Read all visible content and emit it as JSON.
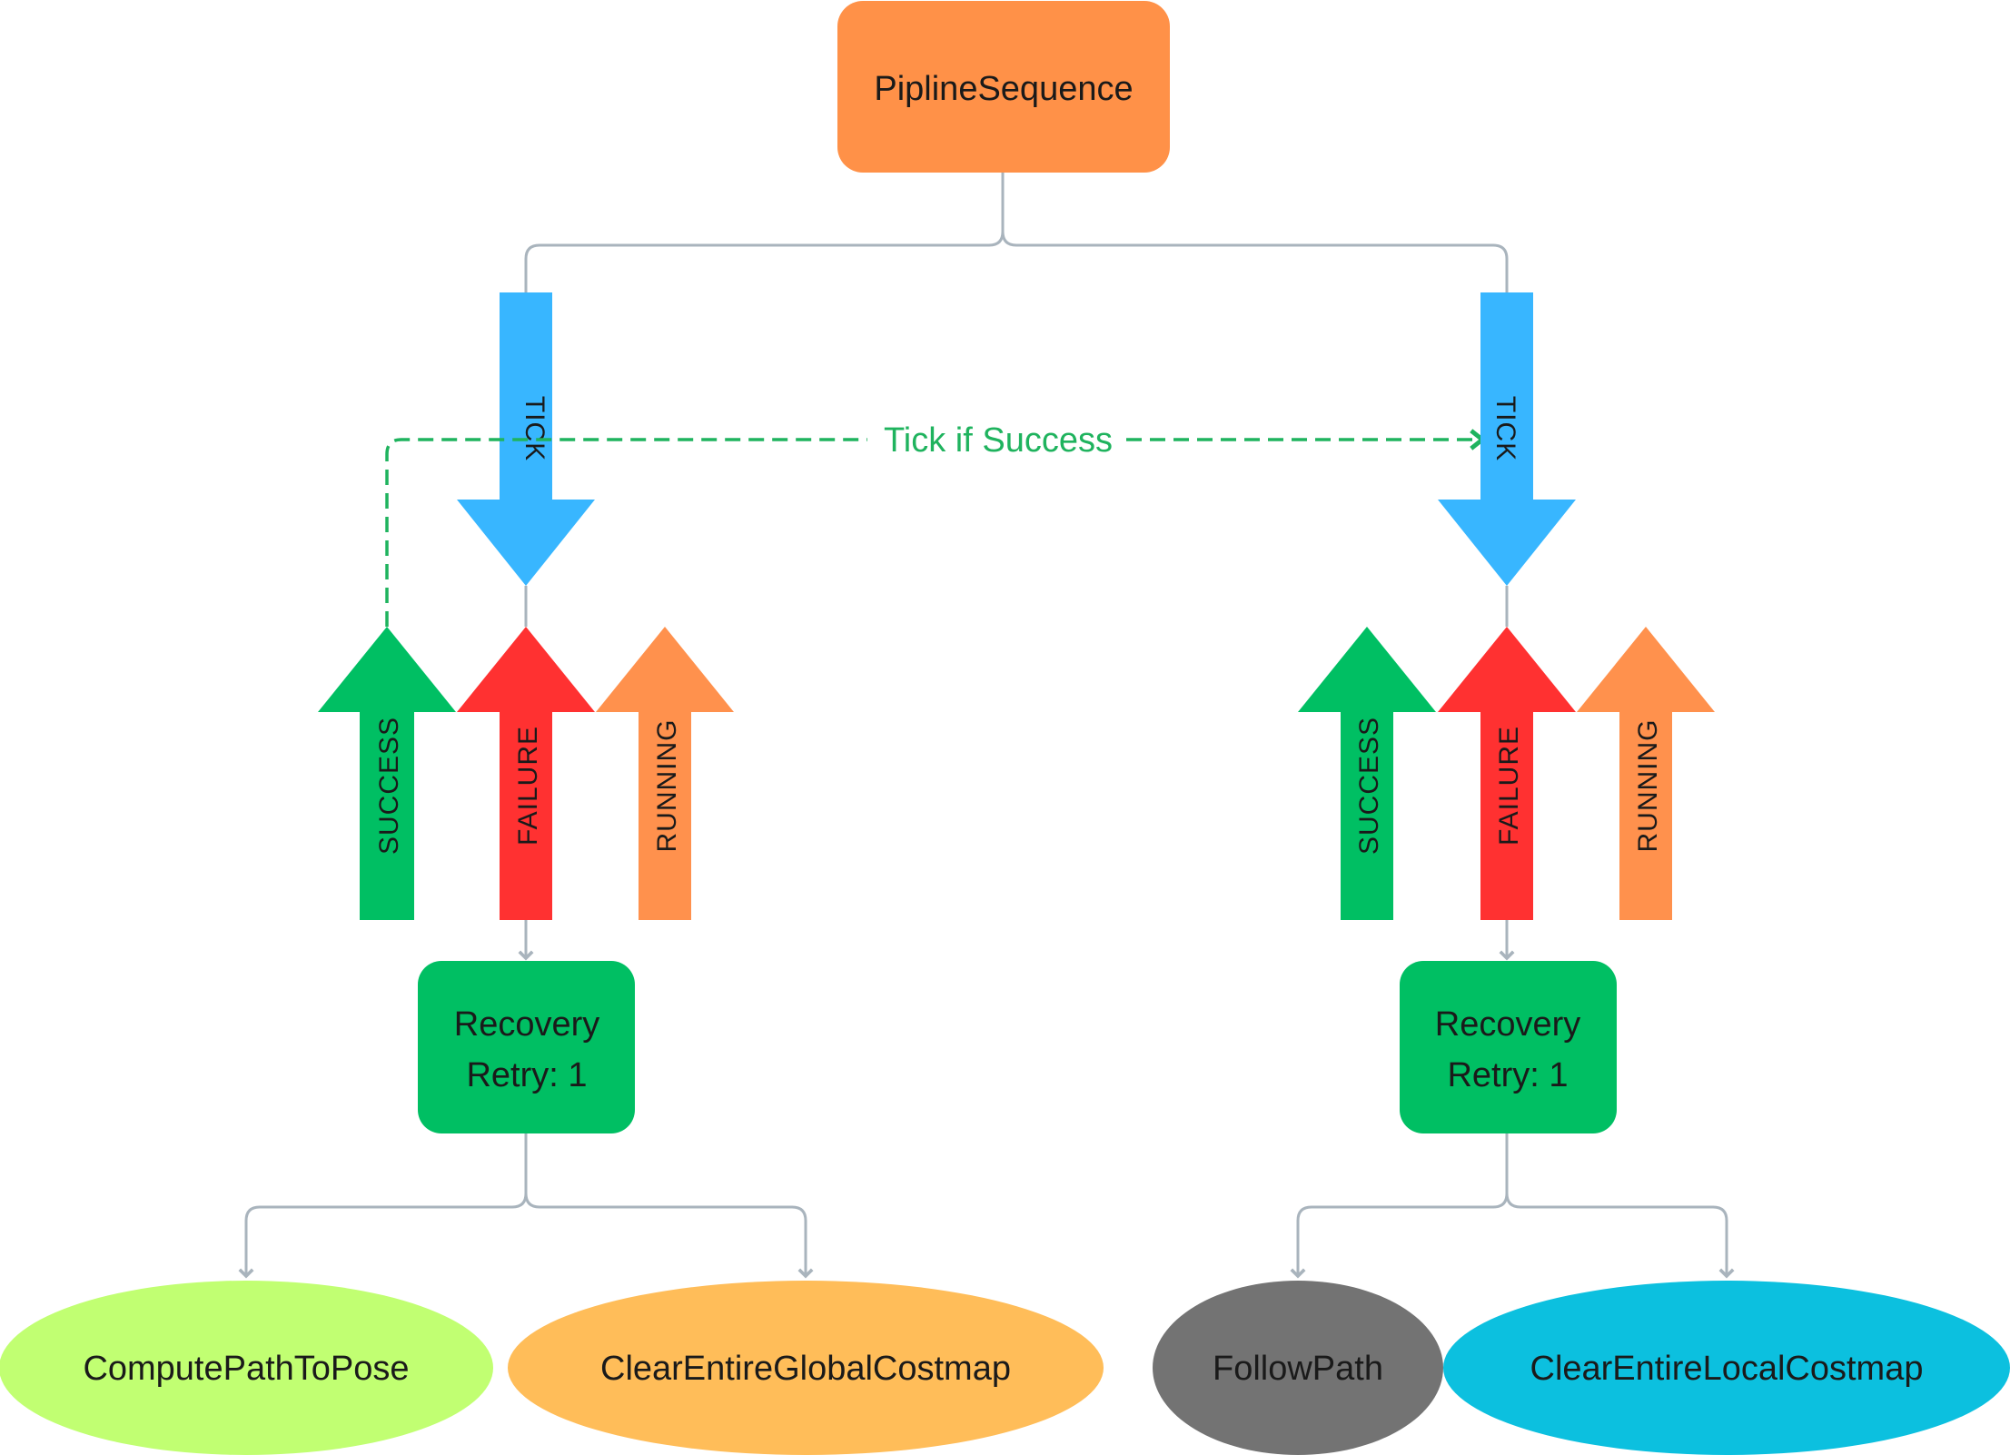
{
  "root": {
    "label": "PiplineSequence",
    "color": "#ff9148"
  },
  "transition_label": "Tick if Success",
  "colors": {
    "tick": "#38b6ff",
    "success": "#00bf63",
    "failure": "#ff3131",
    "running": "#ff914d",
    "dashed_link": "#1fb35e",
    "connector": "#a9b4bd"
  },
  "branches": [
    {
      "tick_label": "TICK",
      "status_labels": {
        "success": "SUCCESS",
        "failure": "FAILURE",
        "running": "RUNNING"
      },
      "recovery": {
        "line1": "Recovery",
        "line2": "Retry: 1",
        "color": "#00bf63"
      },
      "children": [
        {
          "label": "ComputePathToPose",
          "color": "#c1ff72"
        },
        {
          "label": "ClearEntireGlobalCostmap",
          "color": "#ffbd59"
        }
      ]
    },
    {
      "tick_label": "TICK",
      "status_labels": {
        "success": "SUCCESS",
        "failure": "FAILURE",
        "running": "RUNNING"
      },
      "recovery": {
        "line1": "Recovery",
        "line2": "Retry: 1",
        "color": "#00bf63"
      },
      "children": [
        {
          "label": "FollowPath",
          "color": "#737373"
        },
        {
          "label": "ClearEntireLocalCostmap",
          "color": "#0cc0df"
        }
      ]
    }
  ]
}
